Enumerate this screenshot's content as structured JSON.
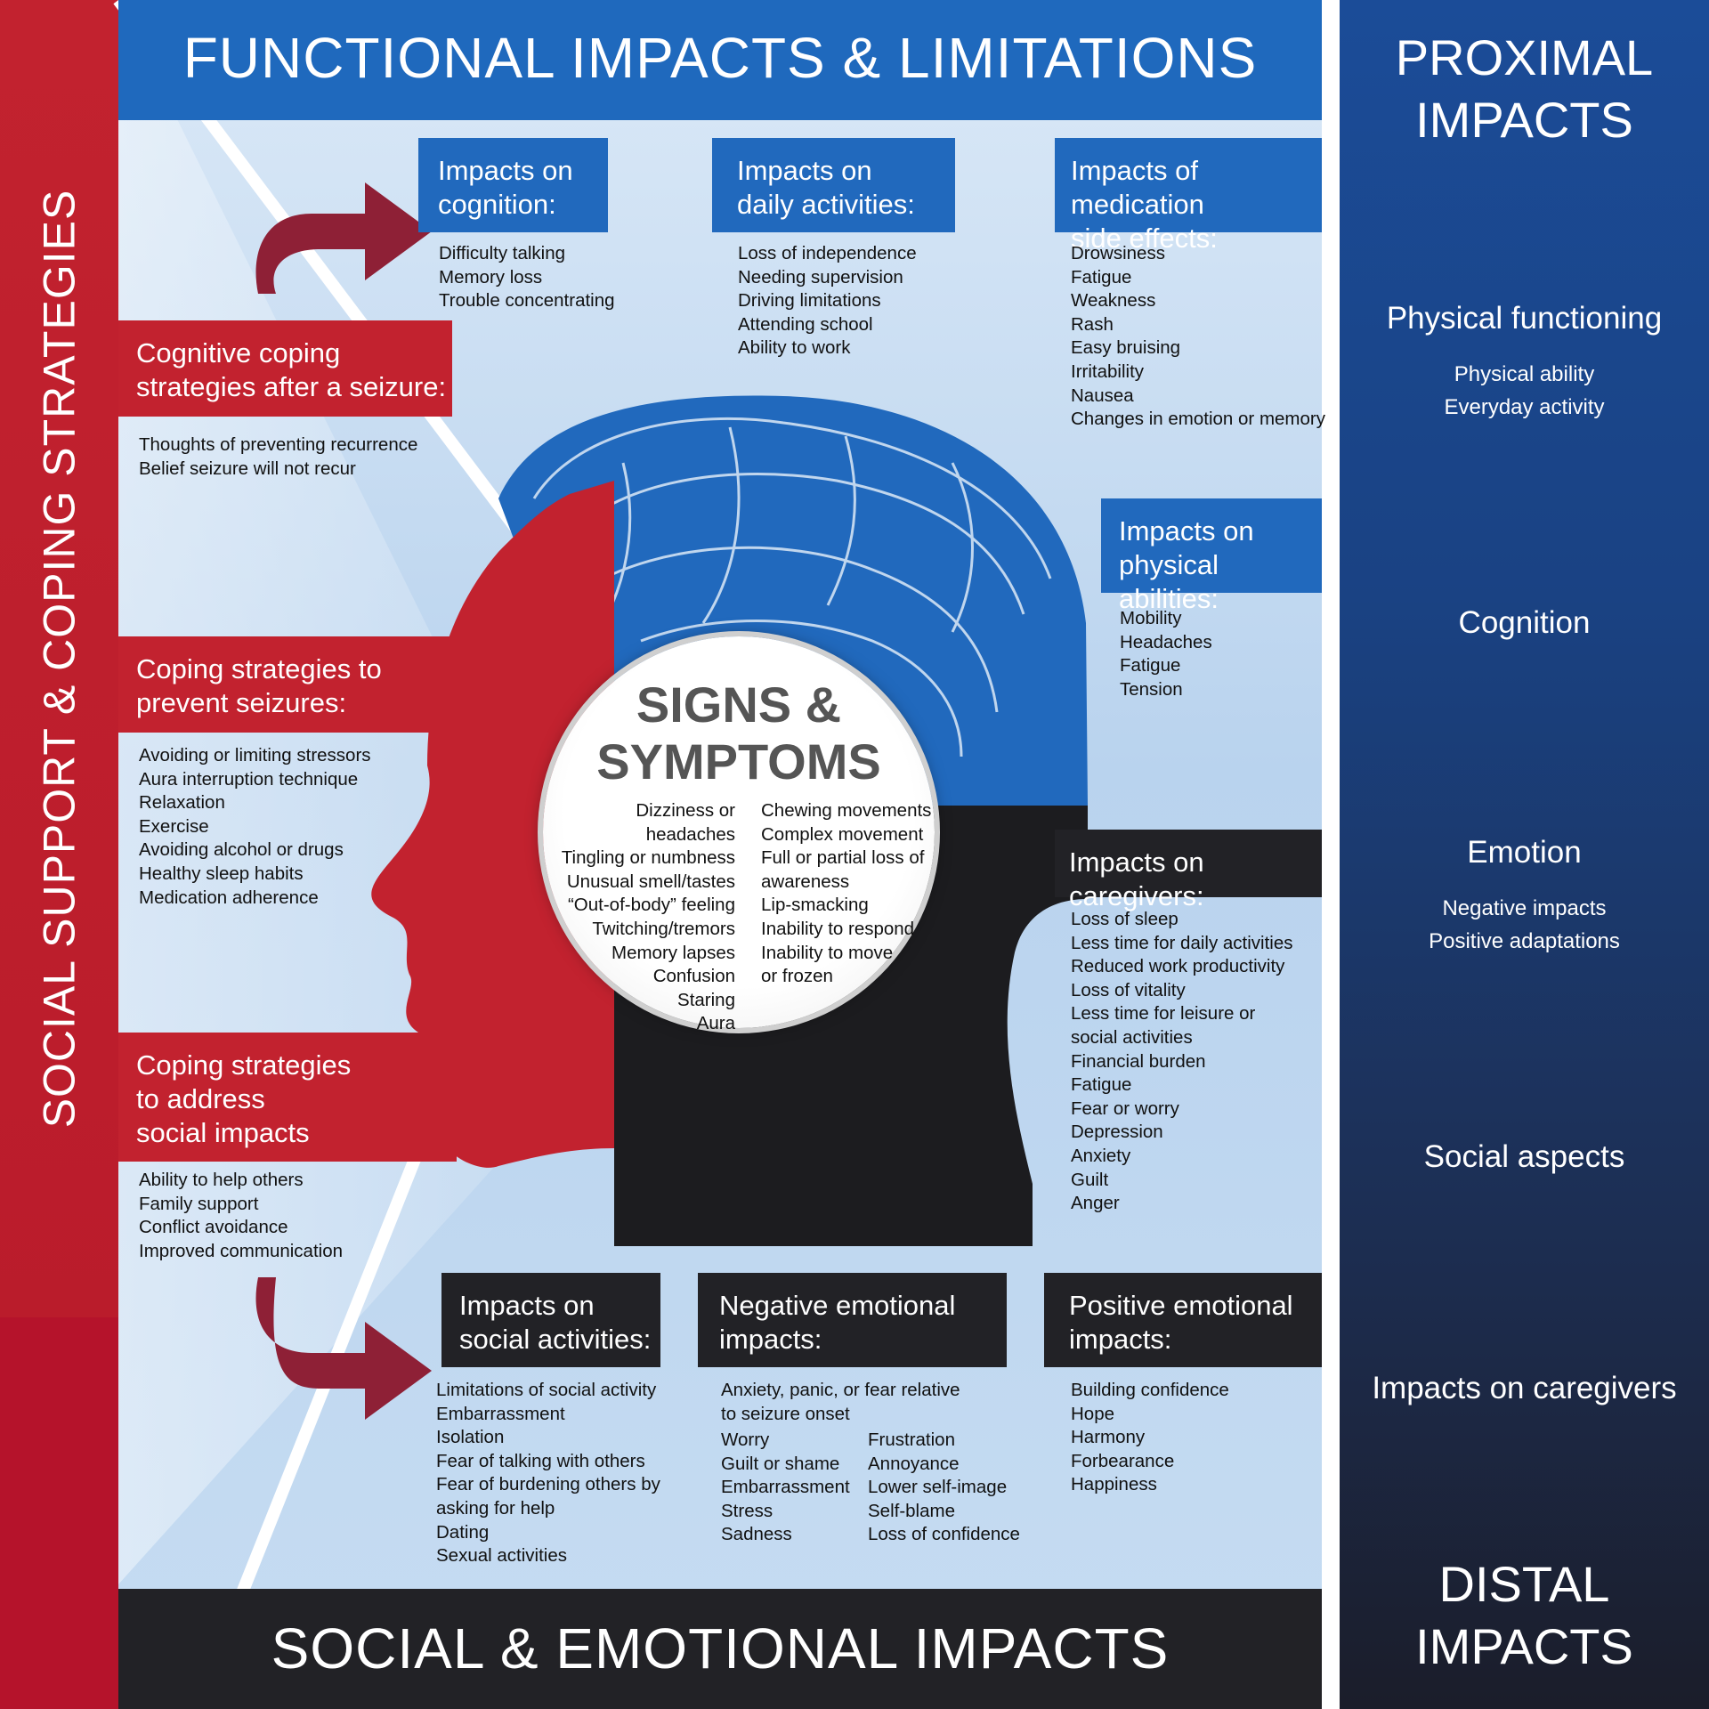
{
  "top_title": "FUNCTIONAL IMPACTS & LIMITATIONS",
  "bottom_title": "SOCIAL & EMOTIONAL IMPACTS",
  "left_title": "SOCIAL SUPPORT & COPING STRATEGIES",
  "colors": {
    "blue": "#2169bd",
    "red": "#c2222f",
    "black": "#222226",
    "navy": "#1a4283"
  },
  "right_panel": {
    "proximal": [
      "PROXIMAL",
      "IMPACTS"
    ],
    "physical": {
      "title": "Physical functioning",
      "items": [
        "Physical ability",
        "Everyday activity"
      ]
    },
    "cognition": "Cognition",
    "emotion": {
      "title": "Emotion",
      "items": [
        "Negative impacts",
        "Positive adaptations"
      ]
    },
    "social": "Social aspects",
    "caregivers": "Impacts on caregivers",
    "distal": [
      "DISTAL",
      "IMPACTS"
    ]
  },
  "cognition": {
    "title": [
      "Impacts on",
      "cognition:"
    ],
    "items": [
      "Difficulty talking",
      "Memory loss",
      "Trouble concentrating"
    ]
  },
  "daily": {
    "title": [
      "Impacts on",
      "daily activities:"
    ],
    "items": [
      "Loss of independence",
      "Needing supervision",
      "Driving limitations",
      "Attending school",
      "Ability to work"
    ]
  },
  "medication": {
    "title": [
      "Impacts of medication",
      "side effects:"
    ],
    "items": [
      "Drowsiness",
      "Fatigue",
      "Weakness",
      "Rash",
      "Easy bruising",
      "Irritability",
      "Nausea",
      "Changes in emotion or memory"
    ]
  },
  "physical": {
    "title": [
      "Impacts on",
      "physical abilities:"
    ],
    "items": [
      "Mobility",
      "Headaches",
      "Fatigue",
      "Tension"
    ]
  },
  "caregivers": {
    "title": [
      "Impacts on caregivers:"
    ],
    "items": [
      "Loss of sleep",
      "Less time for daily activities",
      "Reduced work productivity",
      "Loss of vitality",
      "Less time for leisure or",
      "social activities",
      "Financial burden",
      "Fatigue",
      "Fear or worry",
      "Depression",
      "Anxiety",
      "Guilt",
      "Anger"
    ]
  },
  "cog_coping": {
    "title": [
      "Cognitive coping",
      "strategies after a seizure:"
    ],
    "items": [
      "Thoughts of preventing recurrence",
      "Belief seizure will not recur"
    ]
  },
  "prevent": {
    "title": [
      "Coping strategies to",
      "prevent seizures:"
    ],
    "items": [
      "Avoiding or limiting stressors",
      "Aura interruption technique",
      "Relaxation",
      "Exercise",
      "Avoiding alcohol or drugs",
      "Healthy sleep habits",
      "Medication adherence"
    ]
  },
  "social_coping": {
    "title": [
      "Coping strategies",
      "to address",
      "social impacts"
    ],
    "items": [
      "Ability to help others",
      "Family support",
      "Conflict avoidance",
      "Improved communication"
    ]
  },
  "social_act": {
    "title": [
      "Impacts on",
      "social activities:"
    ],
    "items": [
      "Limitations of social activity",
      "Embarrassment",
      "Isolation",
      "Fear of talking with others",
      "Fear of burdening others by",
      "asking for help",
      "Dating",
      "Sexual activities"
    ]
  },
  "negative": {
    "title": [
      "Negative emotional",
      "impacts:"
    ],
    "intro": [
      "Anxiety, panic, or fear relative",
      "to seizure onset"
    ],
    "col1": [
      "Worry",
      "Guilt or shame",
      "Embarrassment",
      "Stress",
      "Sadness"
    ],
    "col2": [
      "Frustration",
      "Annoyance",
      "Lower self-image",
      "Self-blame",
      "Loss of confidence"
    ]
  },
  "positive": {
    "title": [
      "Positive emotional",
      "impacts:"
    ],
    "items": [
      "Building confidence",
      "Hope",
      "Harmony",
      "Forbearance",
      "Happiness"
    ]
  },
  "signs": {
    "title": [
      "SIGNS &",
      "SYMPTOMS"
    ],
    "left": [
      "Dizziness or headaches",
      "Tingling or numbness",
      "Unusual smell/tastes",
      "“Out-of-body” feeling",
      "Twitching/tremors",
      "Memory lapses",
      "Confusion",
      "Staring",
      "Aura"
    ],
    "right": [
      "Chewing movements",
      "Complex movement",
      "Full or partial loss of",
      "awareness",
      "Lip-smacking",
      "Inability to respond",
      "Inability to move",
      "or frozen"
    ]
  }
}
